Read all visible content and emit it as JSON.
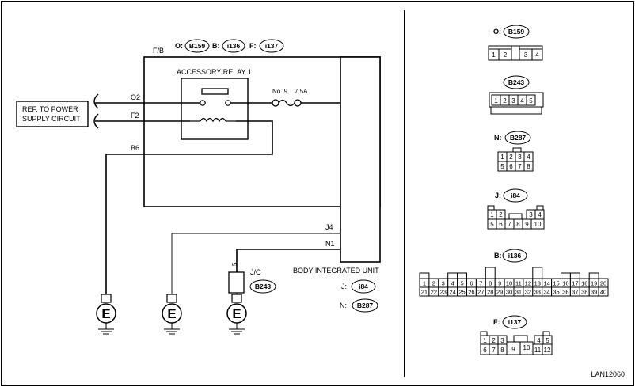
{
  "wiring": {
    "fb_label": "F/B",
    "relay_title": "ACCESSORY RELAY 1",
    "fuse_label": "No. 9",
    "fuse_rating": "7.5A",
    "ref_line1": "REF. TO POWER",
    "ref_line2": "SUPPLY CIRCUIT",
    "wire_o2": "O2",
    "wire_f2": "F2",
    "wire_b6": "B6",
    "wire_j4": "J4",
    "wire_n1": "N1",
    "jc_label": "J/C",
    "jc_pin": "5",
    "jc_connector": "B243",
    "biu_label": "BODY INTEGRATED UNIT",
    "biu_j_prefix": "J:",
    "biu_j_conn": "i84",
    "biu_n_prefix": "N:",
    "biu_n_conn": "B287",
    "top_o_prefix": "O:",
    "top_o_conn": "B159",
    "top_b_prefix": "B:",
    "top_b_conn": "i136",
    "top_f_prefix": "F:",
    "top_f_conn": "i137",
    "ground_symbol": "E"
  },
  "connectors": {
    "b159": {
      "prefix": "O:",
      "name": "B159",
      "pins": [
        "1",
        "2",
        "3",
        "4"
      ]
    },
    "b243": {
      "prefix": "",
      "name": "B243",
      "pins": [
        "1",
        "2",
        "3",
        "4",
        "5"
      ]
    },
    "b287": {
      "prefix": "N:",
      "name": "B287",
      "row1": [
        "1",
        "2",
        "3",
        "4"
      ],
      "row2": [
        "5",
        "6",
        "7",
        "8"
      ]
    },
    "i84": {
      "prefix": "J:",
      "name": "i84",
      "row1": [
        "1",
        "2",
        "3",
        "4"
      ],
      "row2": [
        "5",
        "6",
        "7",
        "8",
        "9",
        "10"
      ]
    },
    "i136": {
      "prefix": "B:",
      "name": "i136",
      "row1": [
        "1",
        "2",
        "3",
        "4",
        "5",
        "6",
        "7",
        "8",
        "9",
        "10",
        "11",
        "12",
        "13",
        "14",
        "15",
        "16",
        "17",
        "18",
        "19",
        "20"
      ],
      "row2": [
        "21",
        "22",
        "23",
        "24",
        "25",
        "26",
        "27",
        "28",
        "29",
        "30",
        "31",
        "32",
        "33",
        "34",
        "35",
        "36",
        "37",
        "38",
        "39",
        "40"
      ]
    },
    "i137": {
      "prefix": "F:",
      "name": "i137",
      "row1": [
        "1",
        "2",
        "3",
        "4",
        "5"
      ],
      "row2": [
        "6",
        "7",
        "8",
        "9",
        "10",
        "11",
        "12"
      ]
    }
  },
  "figure_id": "LAN12060"
}
